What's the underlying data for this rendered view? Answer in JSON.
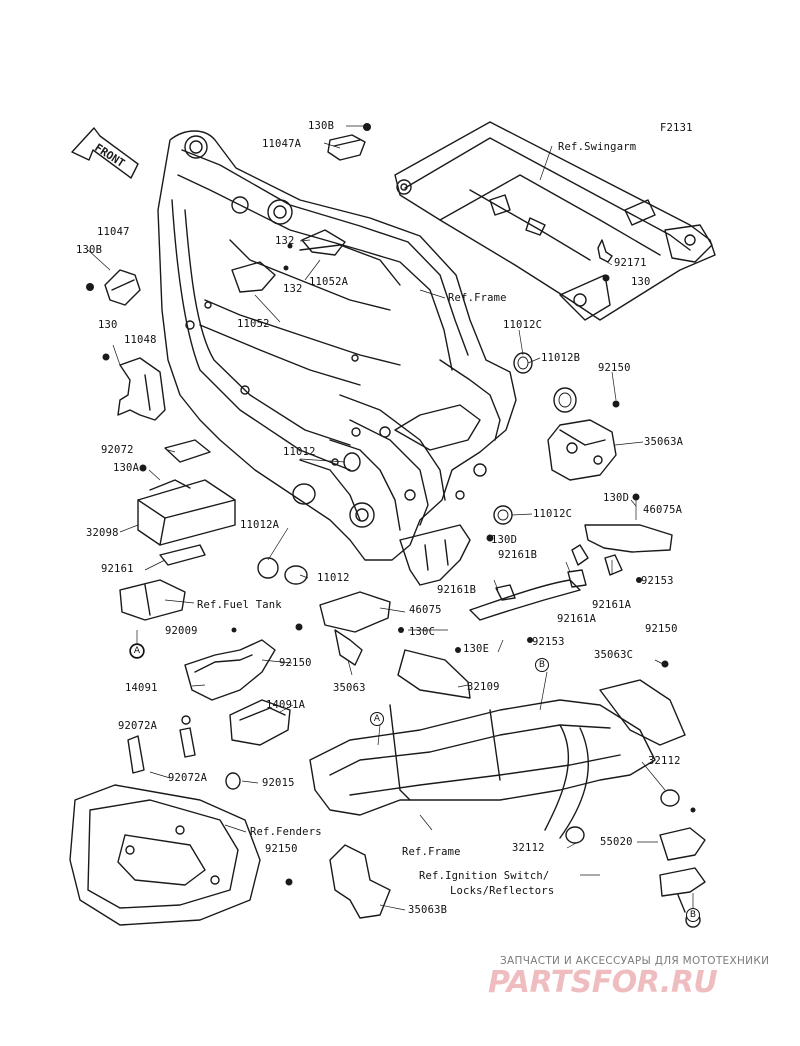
{
  "figure_code": "F2131",
  "front_arrow": "FRONT",
  "labels": {
    "l_130B_top": "130B",
    "l_11047A": "11047A",
    "l_11047": "11047",
    "l_130B_left": "130B",
    "l_132_a": "132",
    "l_132_b": "132",
    "l_11052A": "11052A",
    "l_11052": "11052",
    "l_130_left": "130",
    "l_11048": "11048",
    "l_ref_swingarm": "Ref.Swingarm",
    "l_92171": "92171",
    "l_130_right": "130",
    "l_ref_frame_top": "Ref.Frame",
    "l_11012C_top": "11012C",
    "l_11012B": "11012B",
    "l_92150_a": "92150",
    "l_35063A": "35063A",
    "l_92072": "92072",
    "l_130A": "130A",
    "l_11012_a": "11012",
    "l_32098": "32098",
    "l_11012A": "11012A",
    "l_11012C_mid": "11012C",
    "l_130D_a": "130D",
    "l_46075A": "46075A",
    "l_130D_b": "130D",
    "l_92161B_a": "92161B",
    "l_92161": "92161",
    "l_11012_b": "11012",
    "l_92153_a": "92153",
    "l_92161B_b": "92161B",
    "l_92161A_a": "92161A",
    "l_ref_fuel_tank": "Ref.Fuel Tank",
    "l_46075": "46075",
    "l_92161A_b": "92161A",
    "l_92009": "92009",
    "l_130C": "130C",
    "l_92153_b": "92153",
    "l_92150_b": "92150",
    "l_92150_c": "92150",
    "l_130E": "130E",
    "l_35063C": "35063C",
    "l_14091": "14091",
    "l_35063": "35063",
    "l_32109": "32109",
    "l_14091A": "14091A",
    "l_92072A_a": "92072A",
    "l_92072A_b": "92072A",
    "l_92015": "92015",
    "l_32112_a": "32112",
    "l_ref_fenders": "Ref.Fenders",
    "l_32112_b": "32112",
    "l_55020": "55020",
    "l_92150_d": "92150",
    "l_ref_frame_bottom": "Ref.Frame",
    "l_ref_ignition_1": "Ref.Ignition Switch/",
    "l_ref_ignition_2": "Locks/Reflectors",
    "l_35063B": "35063B"
  },
  "callouts": {
    "A_left": "A",
    "A_mid": "A",
    "B_top": "B",
    "B_bottom": "B"
  },
  "watermark": {
    "tagline": "ЗАПЧАСТИ И АКСЕССУАРЫ ДЛЯ МОТОТЕХНИКИ",
    "logo": "PARTSFOR.RU"
  },
  "colors": {
    "line": "#1a1a1a",
    "watermark_logo": "#c8171d",
    "background": "#ffffff"
  }
}
